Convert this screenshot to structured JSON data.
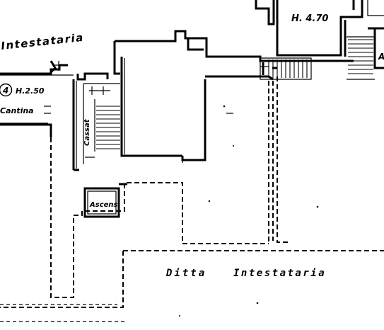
{
  "labels": {
    "owner_top": "Intestataria",
    "room_number": "4",
    "height_left": "H.2.50",
    "room_left": "Cantina",
    "closet": "Cassat",
    "elevator": "Ascens.",
    "height_top": "H. 4.70",
    "top_right_fragment": "A",
    "owner_bottom_word1": "Ditta",
    "owner_bottom_word2": "Intestataria"
  },
  "colors": {
    "ink": "#000000",
    "paper": "#ffffff"
  }
}
